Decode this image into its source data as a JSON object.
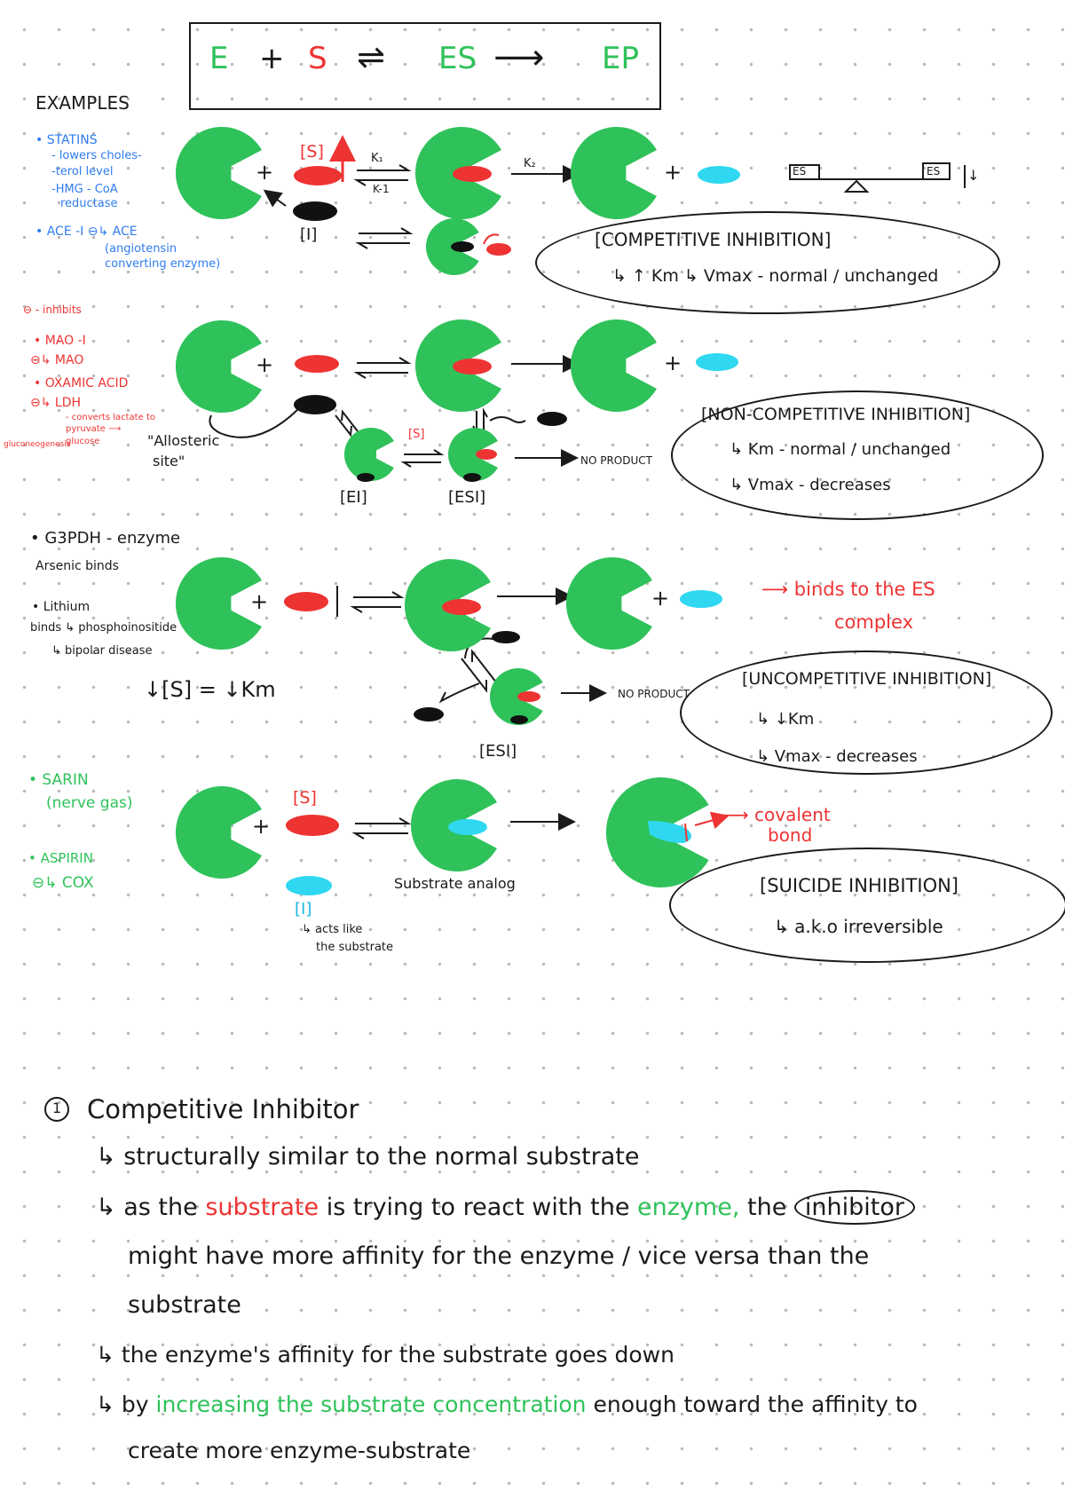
{
  "colors": {
    "enzyme": "#2fc25a",
    "substrate": "#ee3333",
    "inhibitor_black": "#111111",
    "product": "#2fd8f0",
    "annotation_blue": "#2f7cf0"
  },
  "equation": {
    "e": "E",
    "plus": "+",
    "s": "S",
    "arrows": "⇌",
    "es": "ES",
    "arrow": "⟶",
    "ep": "EP"
  },
  "examples": {
    "title": "EXAMPLES",
    "statins": "• STATINS",
    "statins_l1": "- lowers choles-",
    "statins_l2": "-terol level",
    "statins_l3": "-HMG - CoA",
    "statins_l4": "reductase",
    "ace": "• ACE -I ⊖↳ ACE",
    "ace_l1": "(angiotensin",
    "ace_l2": "converting enzyme)",
    "inhibits": "⊖ - inhibits",
    "mao": "• MAO -I",
    "mao_l1": "⊖↳ MAO",
    "oxamic": "• OXAMIC ACID",
    "ldh": "⊖↳ LDH",
    "ldh_l1": "- converts lactate to",
    "ldh_l2": "pyruvate ⟶",
    "ldh_l3": "gluconeogenesis",
    "ldh_l4": "glucose",
    "g3pdh": "• G3PDH - enzyme",
    "arsenic": "Arsenic binds",
    "lithium": "• Lithium",
    "lithium_l1": "binds ↳ phosphoinositide",
    "lithium_l2": "↳ bipolar disease",
    "sarin": "• SARIN",
    "sarin_l1": "(nerve gas)",
    "aspirin": "• ASPIRIN",
    "aspirin_l1": "⊖↳ COX"
  },
  "competitive": {
    "s_label": "[S]",
    "i_label": "[I]",
    "k1": "K₁",
    "k_minus1": "K-1",
    "k2": "K₂",
    "es_left": "ES",
    "es_right": "ES",
    "title": "[COMPETITIVE INHIBITION]",
    "effect": "↳ ↑ Km  ↳ Vmax - normal / unchanged"
  },
  "noncompetitive": {
    "allosteric": "\"Allosteric",
    "allosteric_l2": "site\"",
    "s_small": "[S]",
    "ei": "[EI]",
    "esi": "[ESI]",
    "no_product": "NO PRODUCT",
    "title": "[NON-COMPETITIVE INHIBITION]",
    "km": "↳ Km - normal / unchanged",
    "vmax": "↳ Vmax - decreases"
  },
  "uncompetitive": {
    "binds_es": "⟶ binds to the ES",
    "complex": "complex",
    "km_rule": "↓[S] = ↓Km",
    "esi": "[ESI]",
    "no_product": "NO PRODUCT",
    "title": "[UNCOMPETITIVE INHIBITION]",
    "km": "↳ ↓Km",
    "vmax": "↳ Vmax - decreases"
  },
  "suicide": {
    "s_label": "[S]",
    "i_label": "[I]",
    "acts_like": "↳ acts like",
    "acts_like_l2": "the substrate",
    "substrate_analog": "Substrate analog",
    "covalent": "⟶ covalent",
    "bond": "bond",
    "title": "[SUICIDE INHIBITION]",
    "desc": "↳ a.k.o irreversible"
  },
  "notes": {
    "heading": "Competitive Inhibitor",
    "number": "1",
    "line1": "↳ structurally similar to the normal substrate",
    "line2_a": "↳ as the",
    "line2_sub": "substrate",
    "line2_b": "is trying to react with the",
    "line2_enz": "enzyme,",
    "line2_c": "the",
    "line2_inh": "inhibitor",
    "line3": "might have more affinity for the enzyme / vice versa than the",
    "line4": "substrate",
    "line5": "↳ the enzyme's affinity for the substrate goes down",
    "line6_a": "↳ by",
    "line6_g": "increasing the substrate concentration",
    "line6_b": "enough toward the affinity to",
    "line7": "create more enzyme-substrate"
  }
}
